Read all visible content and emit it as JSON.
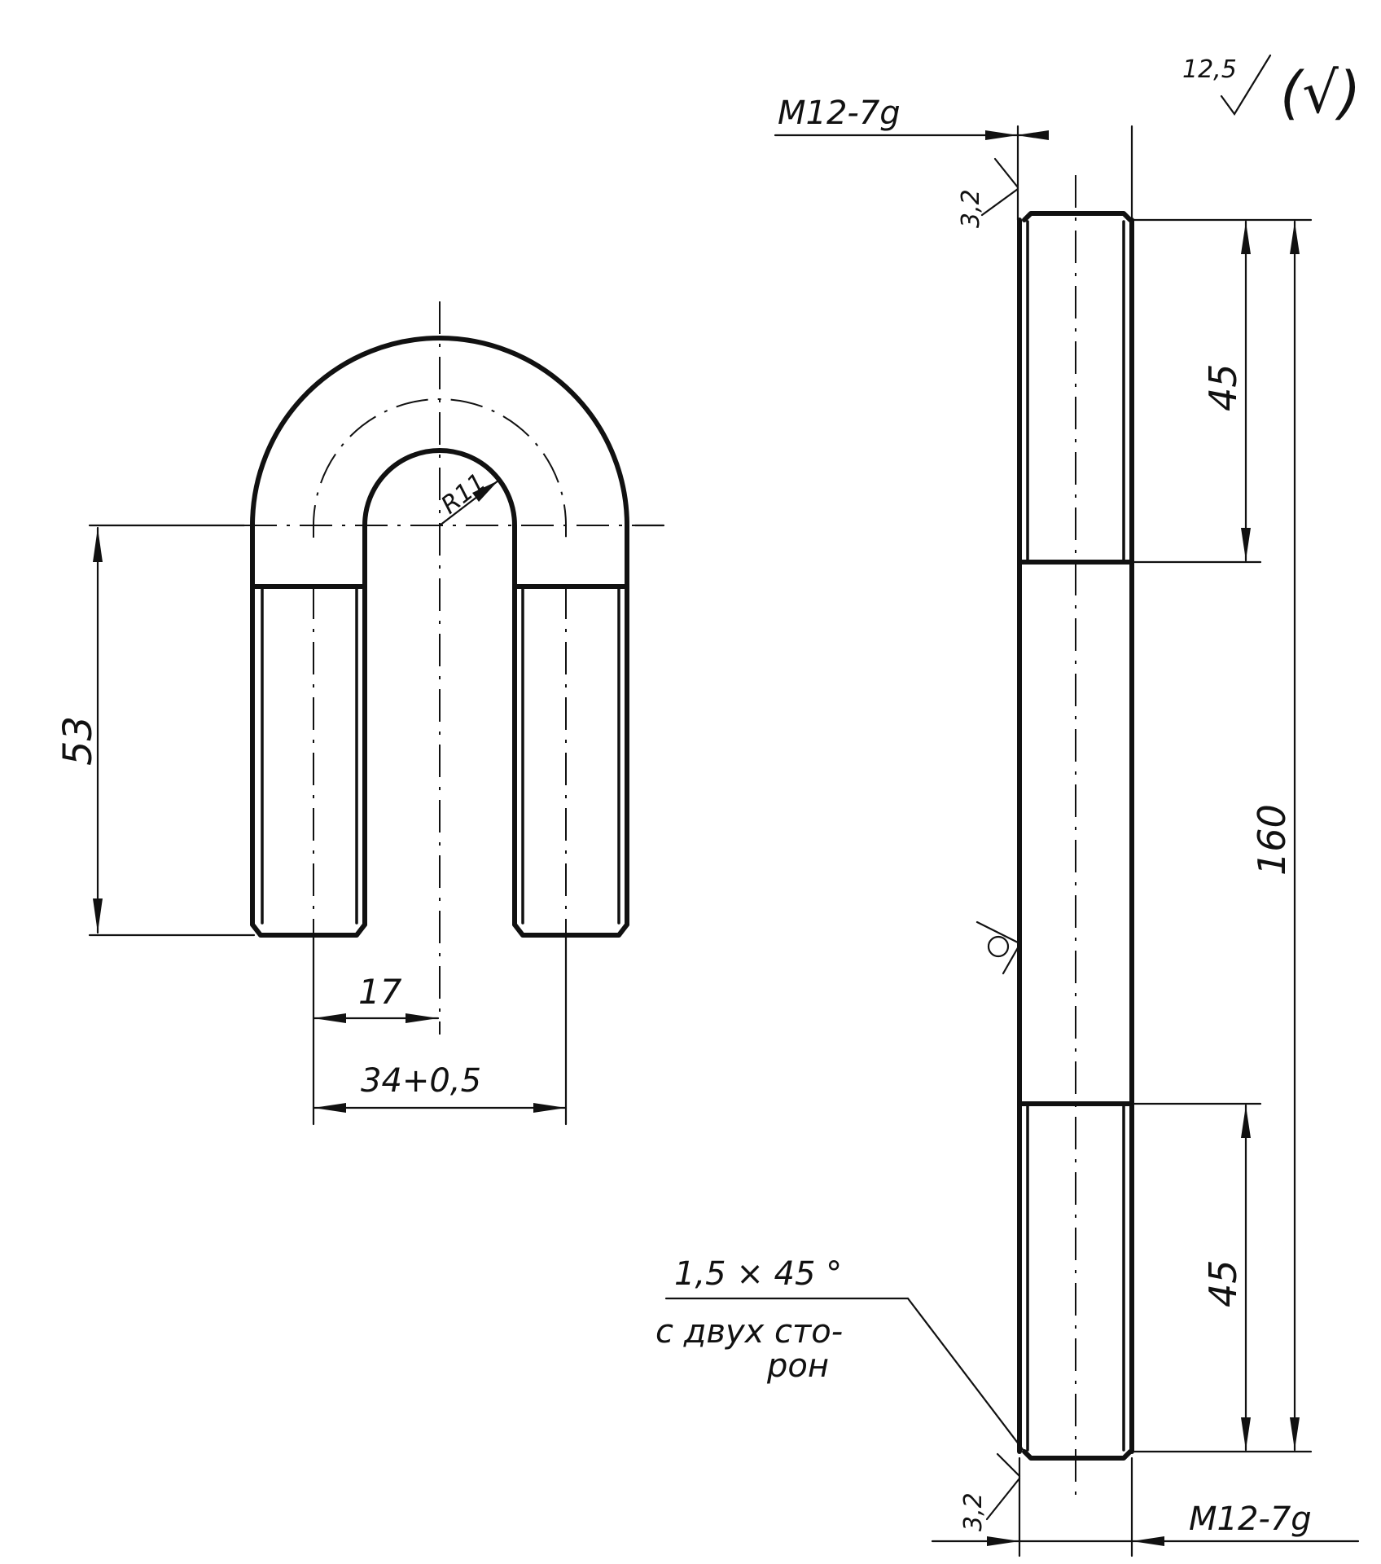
{
  "drawing": {
    "roughness_general": {
      "value": "12,5",
      "bracket_symbol": "(√)"
    },
    "ubolt_view": {
      "leg_length": "53",
      "half_spacing": "17",
      "spacing": "34+0,5",
      "inner_radius": "R11"
    },
    "rod_view": {
      "thread_top": "M12-7g",
      "thread_bottom": "M12-7g",
      "roughness_top": "3,2",
      "roughness_bottom": "3,2",
      "thread_len_top": "45",
      "thread_len_bottom": "45",
      "total_length": "160",
      "chamfer": "1,5  × 45 °",
      "chamfer_note_line1": "с двух сто-",
      "chamfer_note_line2": "рон"
    }
  }
}
